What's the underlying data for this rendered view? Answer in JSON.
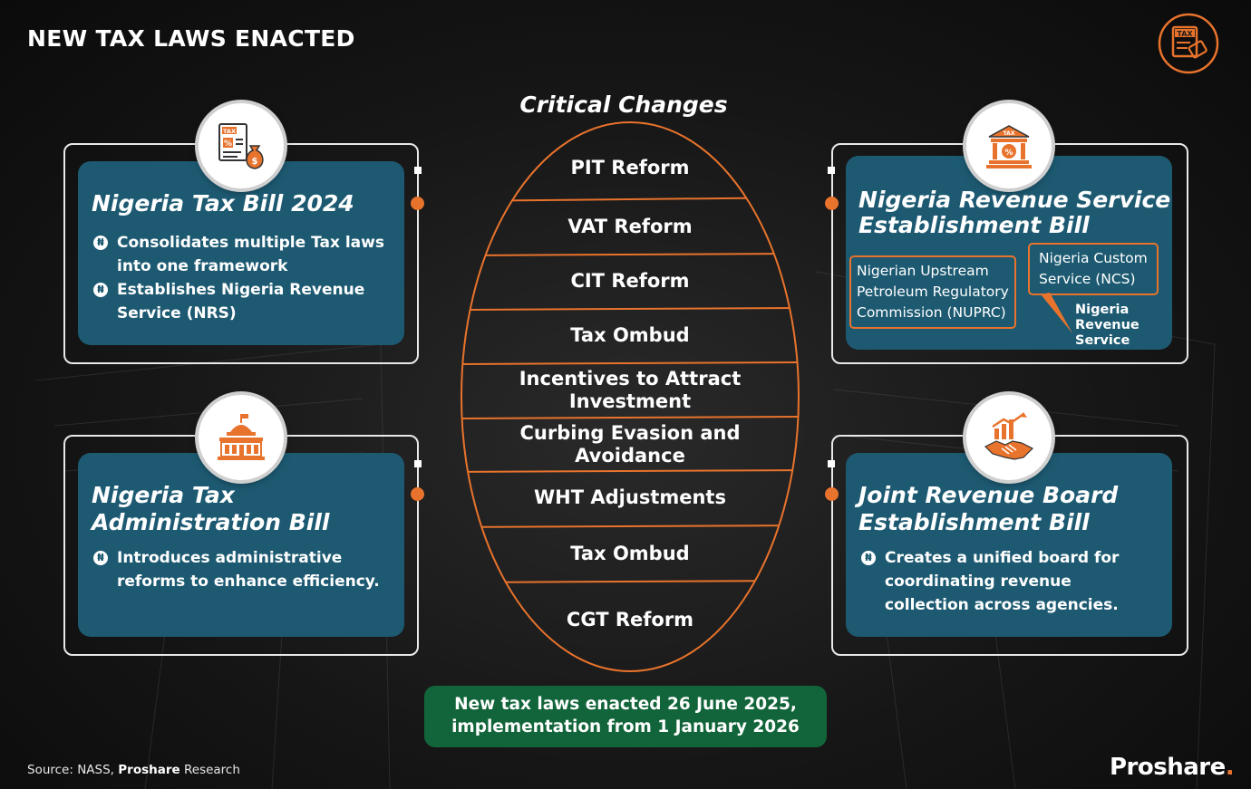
{
  "header": {
    "title": "NEW TAX LAWS ENACTED",
    "logo_icon": "tax-receipt-icon"
  },
  "center": {
    "title": "Critical Changes",
    "items": [
      "PIT Reform",
      "VAT Reform",
      "CIT Reform",
      "Tax Ombud",
      "Incentives to Attract Investment",
      "Curbing Evasion and Avoidance",
      "WHT Adjustments",
      "Tax Ombud",
      "CGT Reform"
    ]
  },
  "bills": {
    "tax_bill": {
      "title": "Nigeria Tax Bill 2024",
      "icon": "tax-document-money-bag-icon",
      "bullets": [
        "Consolidates multiple Tax laws into one framework",
        "Establishes Nigeria Revenue Service (NRS)"
      ]
    },
    "revenue_service": {
      "title_line1": "Nigeria Revenue Service",
      "title_line2": "Establishment Bill",
      "icon": "tax-bank-building-icon",
      "agency_upstream": "Nigerian Upstream Petroleum Regulatory Commission (NUPRC)",
      "agency_upstream_l1": "Nigerian Upstream",
      "agency_upstream_l2": "Petroleum Regulatory",
      "agency_upstream_l3": "Commission (NUPRC)",
      "agency_customs": "Nigeria Custom Service (NCS)",
      "agency_customs_l1": "Nigeria Custom",
      "agency_customs_l2": "Service (NCS)",
      "result": "Nigeria Revenue Service",
      "result_l1": "Nigeria",
      "result_l2": "Revenue",
      "result_l3": "Service"
    },
    "administration": {
      "title_line1": "Nigeria Tax",
      "title_line2": "Administration Bill",
      "icon": "government-building-icon",
      "bullets": [
        "Introduces administrative reforms to enhance efficiency."
      ]
    },
    "joint_revenue": {
      "title_line1": "Joint Revenue Board",
      "title_line2": "Establishment Bill",
      "icon": "handshake-growth-chart-icon",
      "bullets": [
        "Creates a unified board for coordinating revenue collection across agencies."
      ]
    },
    "bullet_glyph": "₦"
  },
  "footer": {
    "enacted_line1": "New tax laws enacted 26 June 2025,",
    "enacted_line2": "implementation from 1 January 2026",
    "source_prefix": "Source: NASS,",
    "source_brand": "Proshare",
    "source_suffix": "Research",
    "brand_name": "Proshare",
    "brand_dot": "."
  },
  "colors": {
    "card_blue": "#1d5a72",
    "accent_orange": "#e8732c",
    "footer_green": "#12653a",
    "background": "#141414"
  }
}
